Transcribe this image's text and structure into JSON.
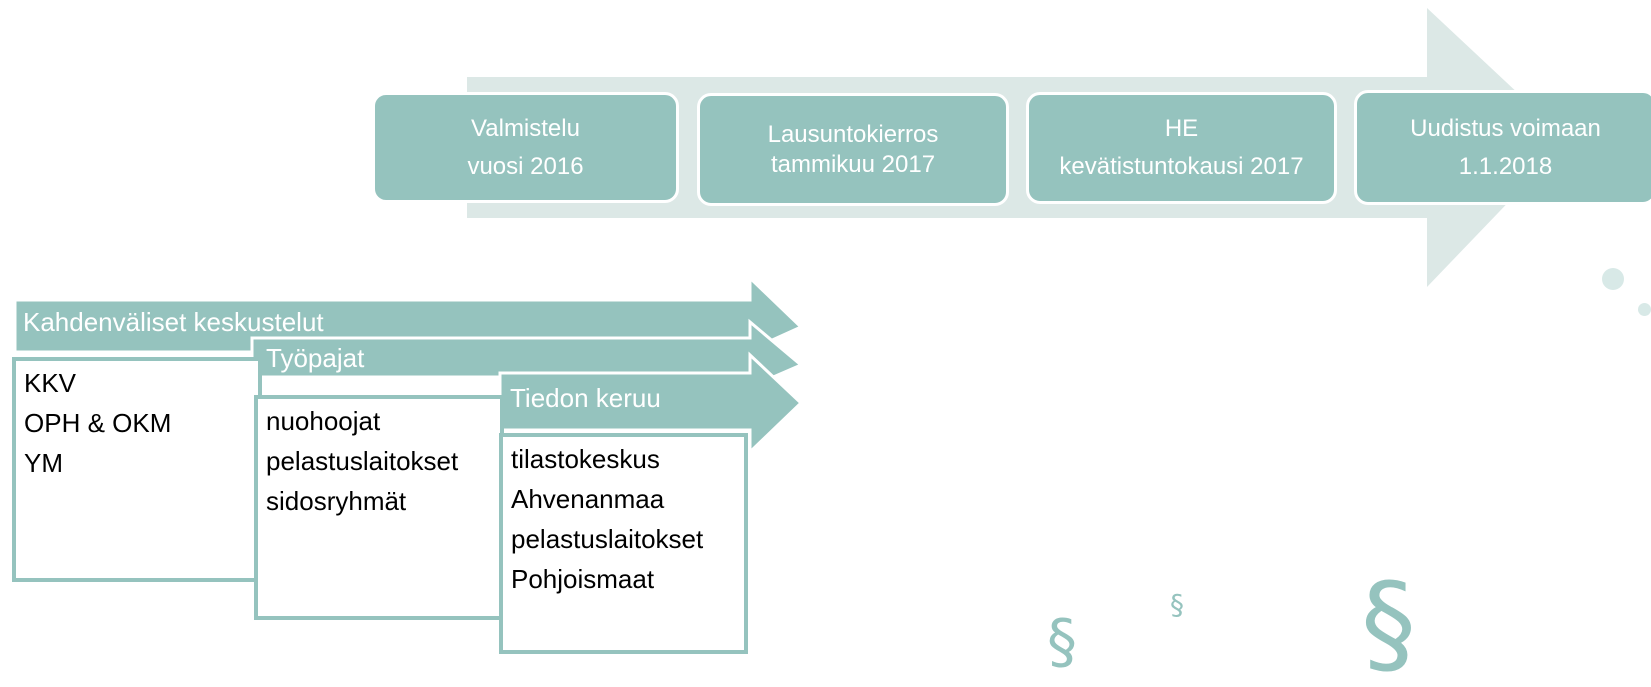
{
  "colors": {
    "teal": "#95c3be",
    "arrow_light": "#dce8e6",
    "dot": "#d8e9e7",
    "text_dark": "#000000",
    "text_light": "#ffffff"
  },
  "timeline": {
    "phases": [
      {
        "line1": "Valmistelu",
        "line2": "vuosi 2016"
      },
      {
        "line1": "Lausuntokierros",
        "line2": "tammikuu 2017"
      },
      {
        "line1": "HE",
        "line2": "kevätistuntokausi 2017"
      },
      {
        "line1": "Uudistus voimaan",
        "line2": "1.1.2018"
      }
    ]
  },
  "workstreams": [
    {
      "title": "Kahdenväliset keskustelut",
      "items": [
        "KKV",
        "OPH & OKM",
        "YM"
      ]
    },
    {
      "title": "Työpajat",
      "items": [
        "nuohoojat",
        "pelastuslaitokset",
        "sidosryhmät"
      ]
    },
    {
      "title": "Tiedon keruu",
      "items": [
        "tilastokeskus",
        "Ahvenanmaa",
        "pelastuslaitokset",
        "Pohjoismaat"
      ]
    }
  ],
  "decorations": {
    "section_symbol": "§",
    "icon": "section-sign-icon"
  }
}
